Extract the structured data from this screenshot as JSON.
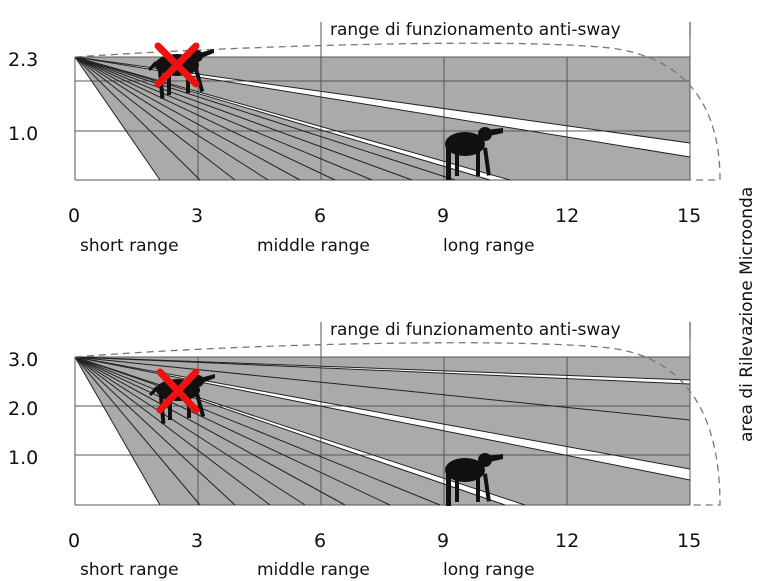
{
  "panels": [
    {
      "y_labels": [
        "2.3",
        "1.0"
      ],
      "annotation": "range di funzionamento anti-sway",
      "x_ticks": [
        "0",
        "3",
        "6",
        "9",
        "12",
        "15"
      ],
      "ranges": [
        "short range",
        "middle range",
        "long range"
      ]
    },
    {
      "y_labels": [
        "3.0",
        "2.0",
        "1.0"
      ],
      "annotation": "range di funzionamento anti-sway",
      "x_ticks": [
        "0",
        "3",
        "6",
        "9",
        "12",
        "15"
      ],
      "ranges": [
        "short range",
        "middle range",
        "long range"
      ]
    }
  ],
  "side_label": "area di Rilevazione Microonda",
  "colors": {
    "detection_fill": "#aaaaaa",
    "beam_gap": "#ffffff",
    "grid": "#555555",
    "cross": "#ee1111",
    "dog": "#111111"
  },
  "icons": [
    "dog-icon",
    "cross-icon"
  ]
}
